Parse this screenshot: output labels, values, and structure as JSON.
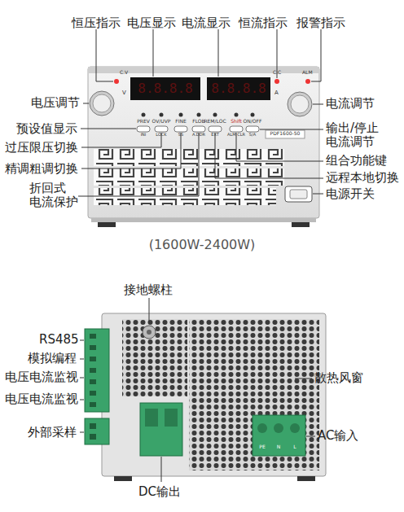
{
  "diagram": {
    "labels": [
      "恒压指示",
      "电压显示",
      "电流显示",
      "恒流指示",
      "报警指示",
      "电压调节",
      "预设值显示",
      "过压限压切换",
      "精调粗调切换",
      "折回式 电流保护",
      "电流调节",
      "输出/停止 电流调节",
      "组合功能键",
      "远程本地切换",
      "电源开关",
      "(1600W-2400W)",
      "接地螺柱",
      "RS485",
      "模拟编程",
      "电压电流监视",
      "电压电流监视",
      "外部采样",
      "散热风窗",
      "AC输入",
      "DC输出",
      "C.V",
      "V",
      "C.C",
      "ALM",
      "A",
      "8.8.8.8",
      "8.8.8.8",
      "PREV",
      "OV/UVP",
      "FINE",
      "FLOB",
      "REM/LOC",
      "Shift",
      "ON/OFF",
      "INI",
      "LOCK",
      "SS",
      "A.DDR",
      "EXT",
      "ALM CLR",
      "S/A",
      "PDF1600-50",
      "PE",
      "N",
      "L"
    ]
  }
}
